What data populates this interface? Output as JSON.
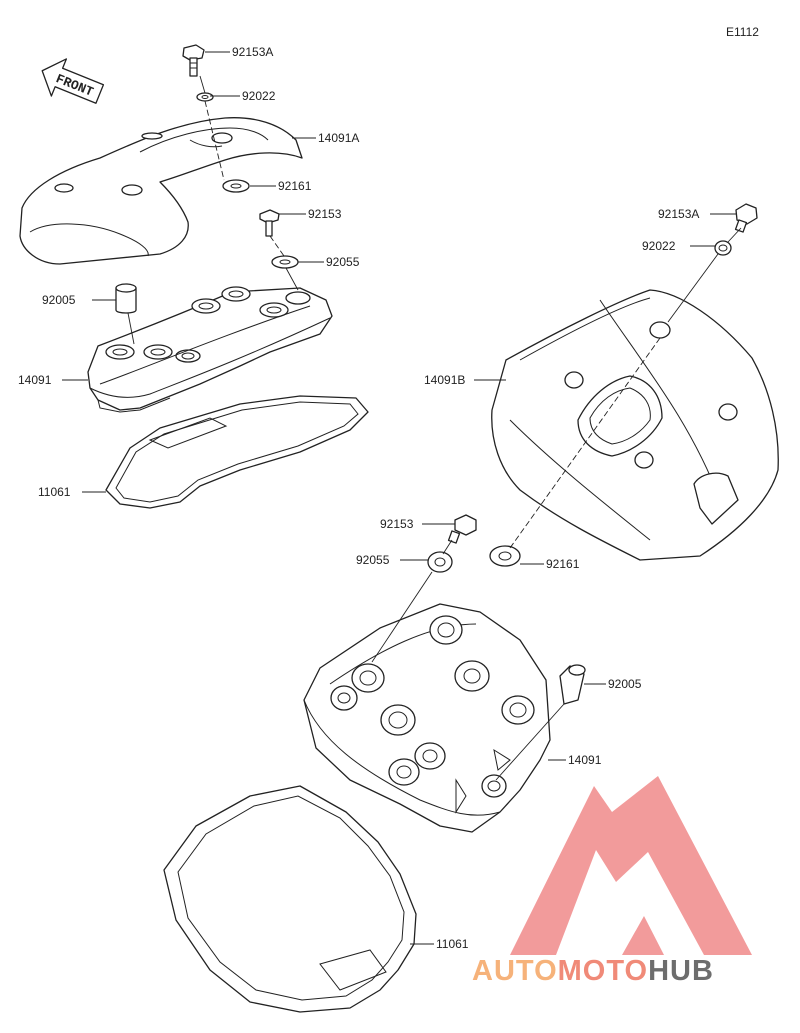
{
  "diagram_code": "E1112",
  "front_label": "FRONT",
  "brand": {
    "part1": "AUTO",
    "part2": "MOTO",
    "part3": "HUB",
    "color_light": "#f6b27a",
    "color_mid": "#f08a78",
    "color_dark": "#6d6d6d",
    "triangle_color": "#f08a8a"
  },
  "callouts": {
    "c1": "92153A",
    "c2": "92022",
    "c3": "14091A",
    "c4": "92161",
    "c5": "92153",
    "c6": "92055",
    "c7": "92005",
    "c8": "14091",
    "c9": "11061",
    "c10": "92153A",
    "c11": "92022",
    "c12": "14091B",
    "c13": "92153",
    "c14": "92055",
    "c15": "92161",
    "c16": "92005",
    "c17": "14091",
    "c18": "11061"
  }
}
